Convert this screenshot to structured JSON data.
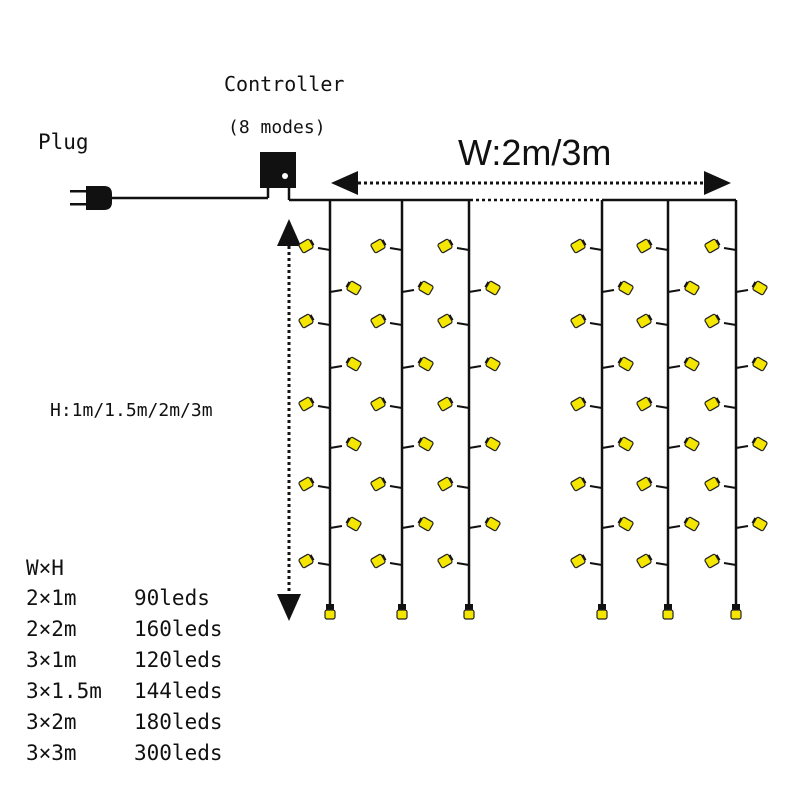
{
  "labels": {
    "plug": "Plug",
    "controller": "Controller",
    "controller_modes": "(8 modes)",
    "width": "W:2m/3m",
    "height": "H:1m/1.5m/2m/3m"
  },
  "size_table": {
    "header": "W×H",
    "rows": [
      {
        "size": "2×1m",
        "leds": "90leds"
      },
      {
        "size": "2×2m",
        "leds": "160leds"
      },
      {
        "size": "3×1m",
        "leds": "120leds"
      },
      {
        "size": "3×1.5m",
        "leds": "144leds"
      },
      {
        "size": "3×2m",
        "leds": "180leds"
      },
      {
        "size": "3×3m",
        "leds": "300leds"
      }
    ]
  },
  "colors": {
    "wire": "#111111",
    "led": "#f5e600",
    "led_outline": "#222222",
    "text": "#111111"
  }
}
